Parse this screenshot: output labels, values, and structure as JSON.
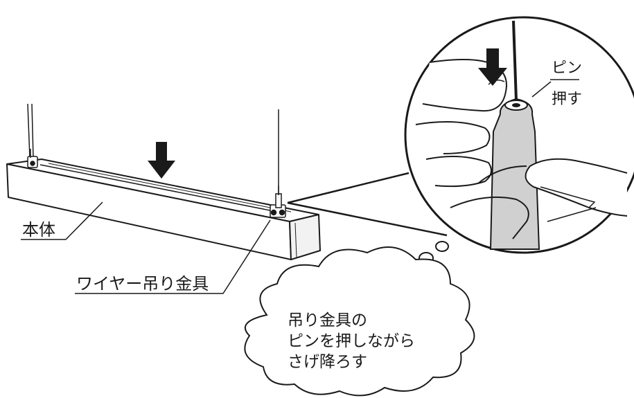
{
  "labels": {
    "body": "本体",
    "wire_fitting": "ワイヤー吊り金具",
    "pin": "ピン",
    "push": "押す"
  },
  "cloud_text": {
    "line1": "吊り金具の",
    "line2": "ピンを押しながら",
    "line3": "さげ降ろす"
  },
  "colors": {
    "ink": "#1a1a1a",
    "pin_sleeve": "#d0d0d0",
    "fixture_side": "#f2f2f2"
  }
}
